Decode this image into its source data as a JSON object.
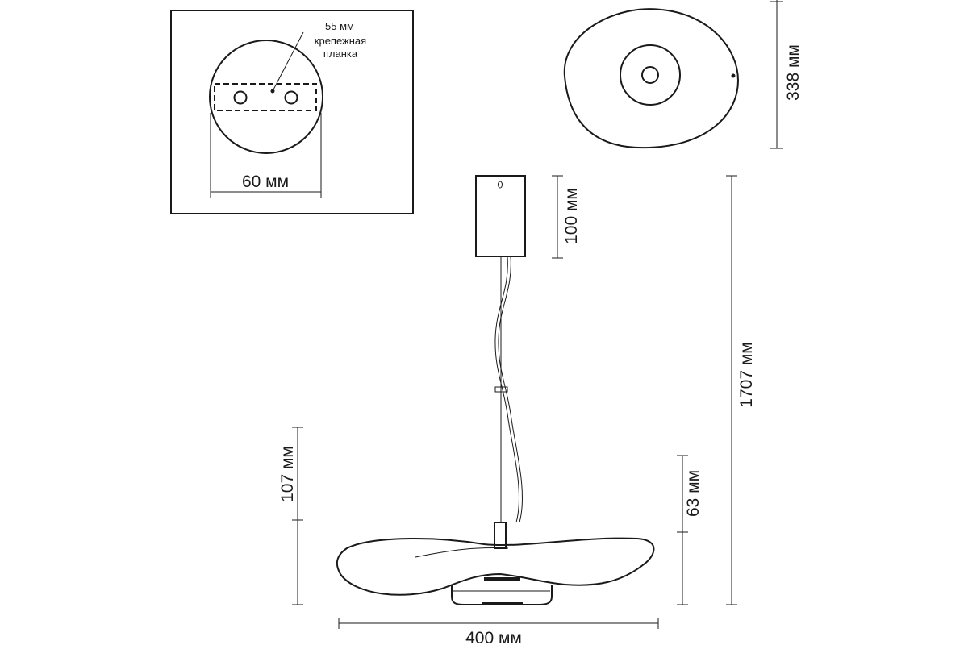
{
  "labels": {
    "plate_inner": "55 мм",
    "mounting_plate_line1": "крепежная",
    "mounting_plate_line2": "планка",
    "canopy_diameter": "60 мм",
    "top_view_depth": "338 мм",
    "canopy_height": "100 мм",
    "total_height": "1707 мм",
    "shade_height": "107 мм",
    "diffuser_height": "63 мм",
    "width": "400 мм"
  }
}
